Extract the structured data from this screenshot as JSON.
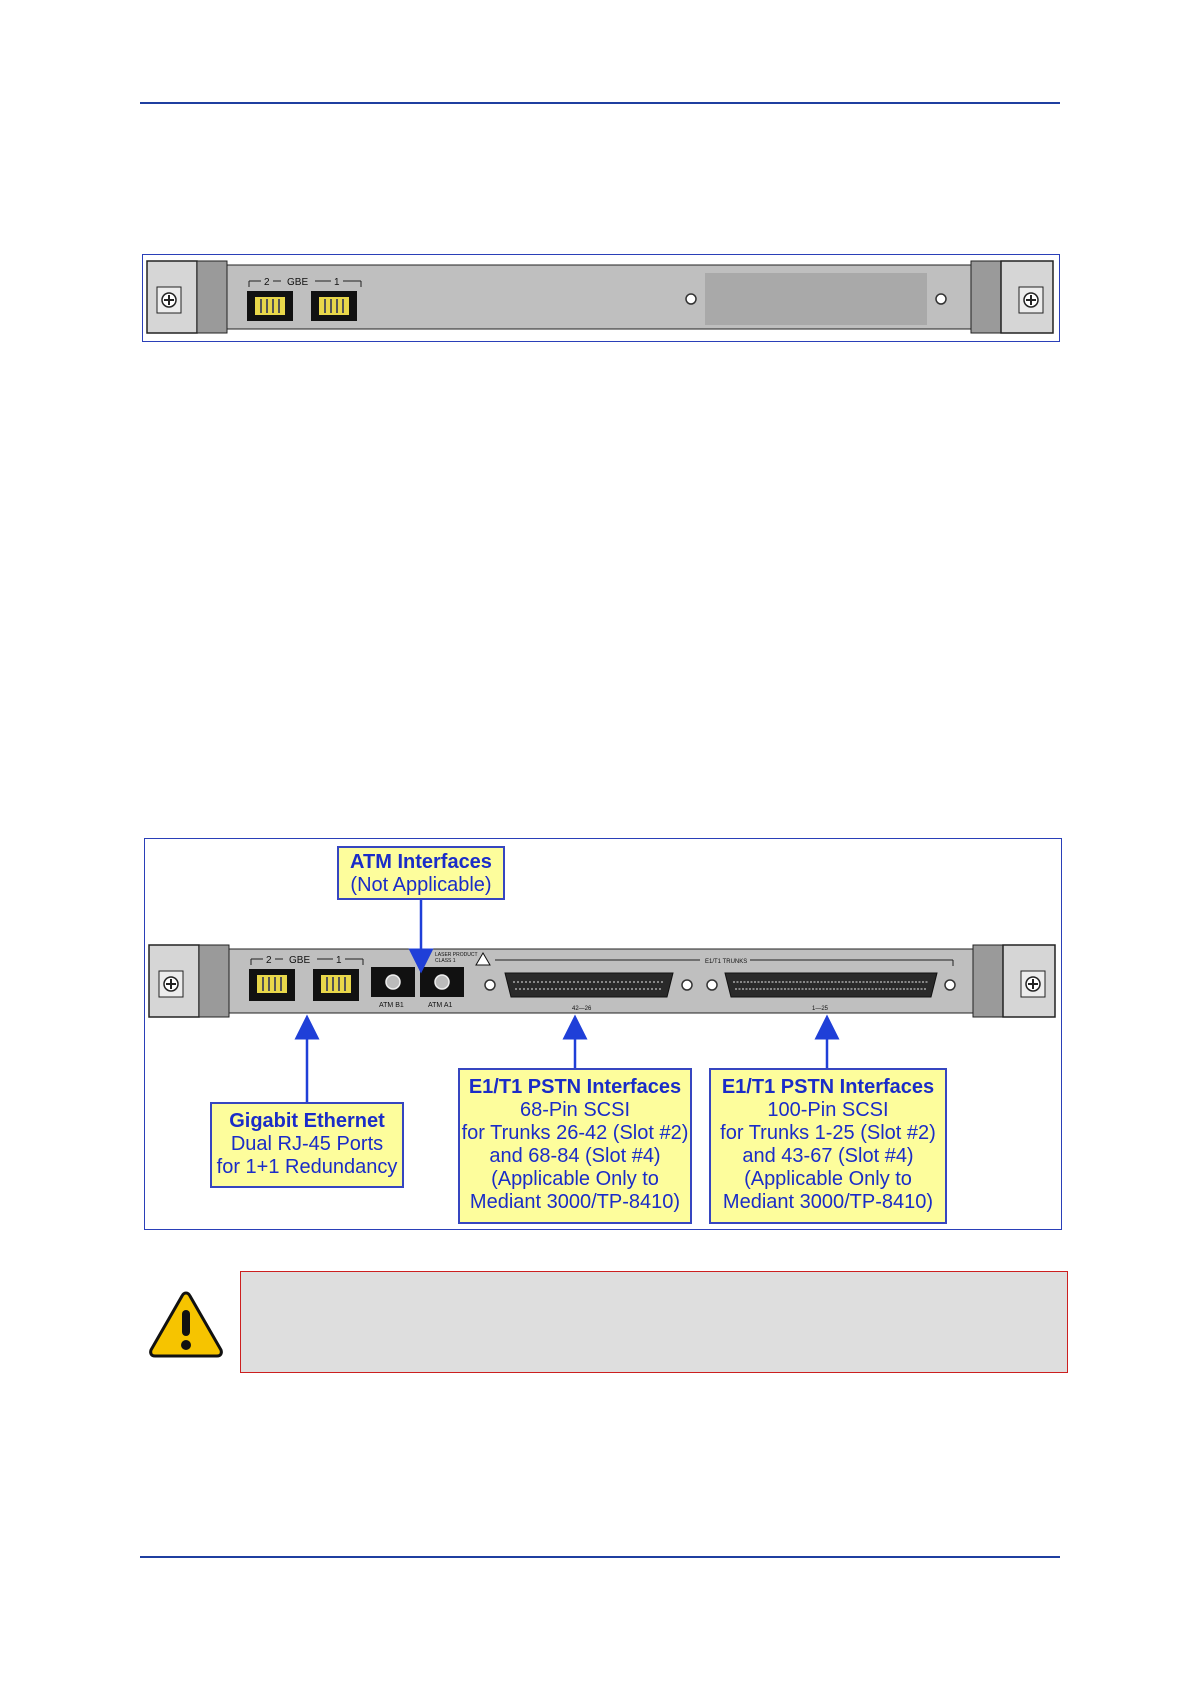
{
  "figure1": {
    "panel": {
      "gbe_label": "GBE",
      "port2_label": "2",
      "port1_label": "1"
    }
  },
  "figure2": {
    "panel": {
      "gbe_label": "GBE",
      "port2_label": "2",
      "port1_label": "1",
      "atm_b1_label": "ATM B1",
      "atm_a1_label": "ATM A1",
      "laser_label_line1": "LASER PRODUCT",
      "laser_label_line2": "CLASS 1",
      "e1t1_trunks_label": "E1/T1 TRUNKS",
      "scsi68_range_label": "42—26",
      "scsi100_range_label": "1—25"
    },
    "callouts": {
      "atm": {
        "title": "ATM  Interfaces",
        "line1": "(Not Applicable)"
      },
      "gbe": {
        "title": "Gigabit Ethernet",
        "line1": "Dual RJ-45 Ports",
        "line2": "for 1+1 Redundancy"
      },
      "scsi68": {
        "title": "E1/T1 PSTN Interfaces",
        "line1": "68-Pin SCSI",
        "line2": "for Trunks 26-42 (Slot #2)",
        "line3": "and 68-84 (Slot #4)",
        "line4": "(Applicable Only to",
        "line5": "Mediant 3000/TP-8410)"
      },
      "scsi100": {
        "title": "E1/T1 PSTN Interfaces",
        "line1": "100-Pin SCSI",
        "line2": "for Trunks 1-25 (Slot #2)",
        "line3": "and 43-67 (Slot #4)",
        "line4": "(Applicable Only to",
        "line5": "Mediant 3000/TP-8410)"
      }
    }
  },
  "colors": {
    "rule": "#1f3fa0",
    "callout_bg": "#fdfd9c",
    "callout_text": "#1a2cc8",
    "arrow": "#1f3fd8",
    "warning_border": "#cc1f1f",
    "warning_bg": "#dedede",
    "panel_gray": "#bfbfbf"
  },
  "icons": {
    "warning": "warning-triangle-icon"
  }
}
